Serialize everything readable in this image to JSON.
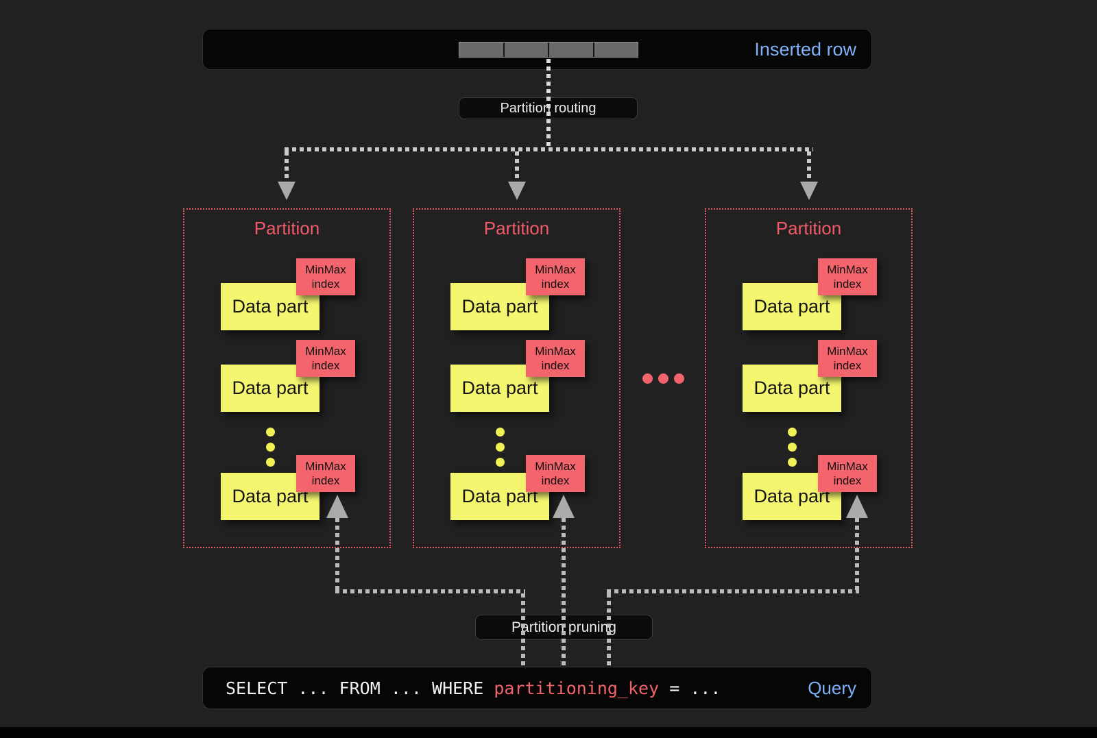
{
  "colors": {
    "background": "#212121",
    "bar_background": "#060606",
    "accent_blue": "#7FB2F8",
    "accent_pink": "#F2646C",
    "partition_border": "#E25A63",
    "partition_title": "#F15A68",
    "data_part_yellow": "#F5F66F",
    "minmax_red": "#F3646D",
    "dash_gray": "#C9C9C9"
  },
  "inserted_row_bar": {
    "label": "Inserted row",
    "cell_count": 4
  },
  "routing_label": "Partition routing",
  "pruning_label": "Partition pruning",
  "partitions": [
    {
      "title": "Partition",
      "parts": [
        {
          "label": "Data part",
          "tag": "MinMax\nindex"
        },
        {
          "label": "Data part",
          "tag": "MinMax\nindex"
        },
        {
          "label": "Data part",
          "tag": "MinMax\nindex"
        }
      ]
    },
    {
      "title": "Partition",
      "parts": [
        {
          "label": "Data part",
          "tag": "MinMax\nindex"
        },
        {
          "label": "Data part",
          "tag": "MinMax\nindex"
        },
        {
          "label": "Data part",
          "tag": "MinMax\nindex"
        }
      ]
    },
    {
      "title": "Partition",
      "parts": [
        {
          "label": "Data part",
          "tag": "MinMax\nindex"
        },
        {
          "label": "Data part",
          "tag": "MinMax\nindex"
        },
        {
          "label": "Data part",
          "tag": "MinMax\nindex"
        }
      ]
    }
  ],
  "query_bar": {
    "sql_prefix": "SELECT ... FROM ... WHERE ",
    "sql_key": "partitioning_key",
    "sql_suffix": " = ...",
    "label": "Query"
  }
}
